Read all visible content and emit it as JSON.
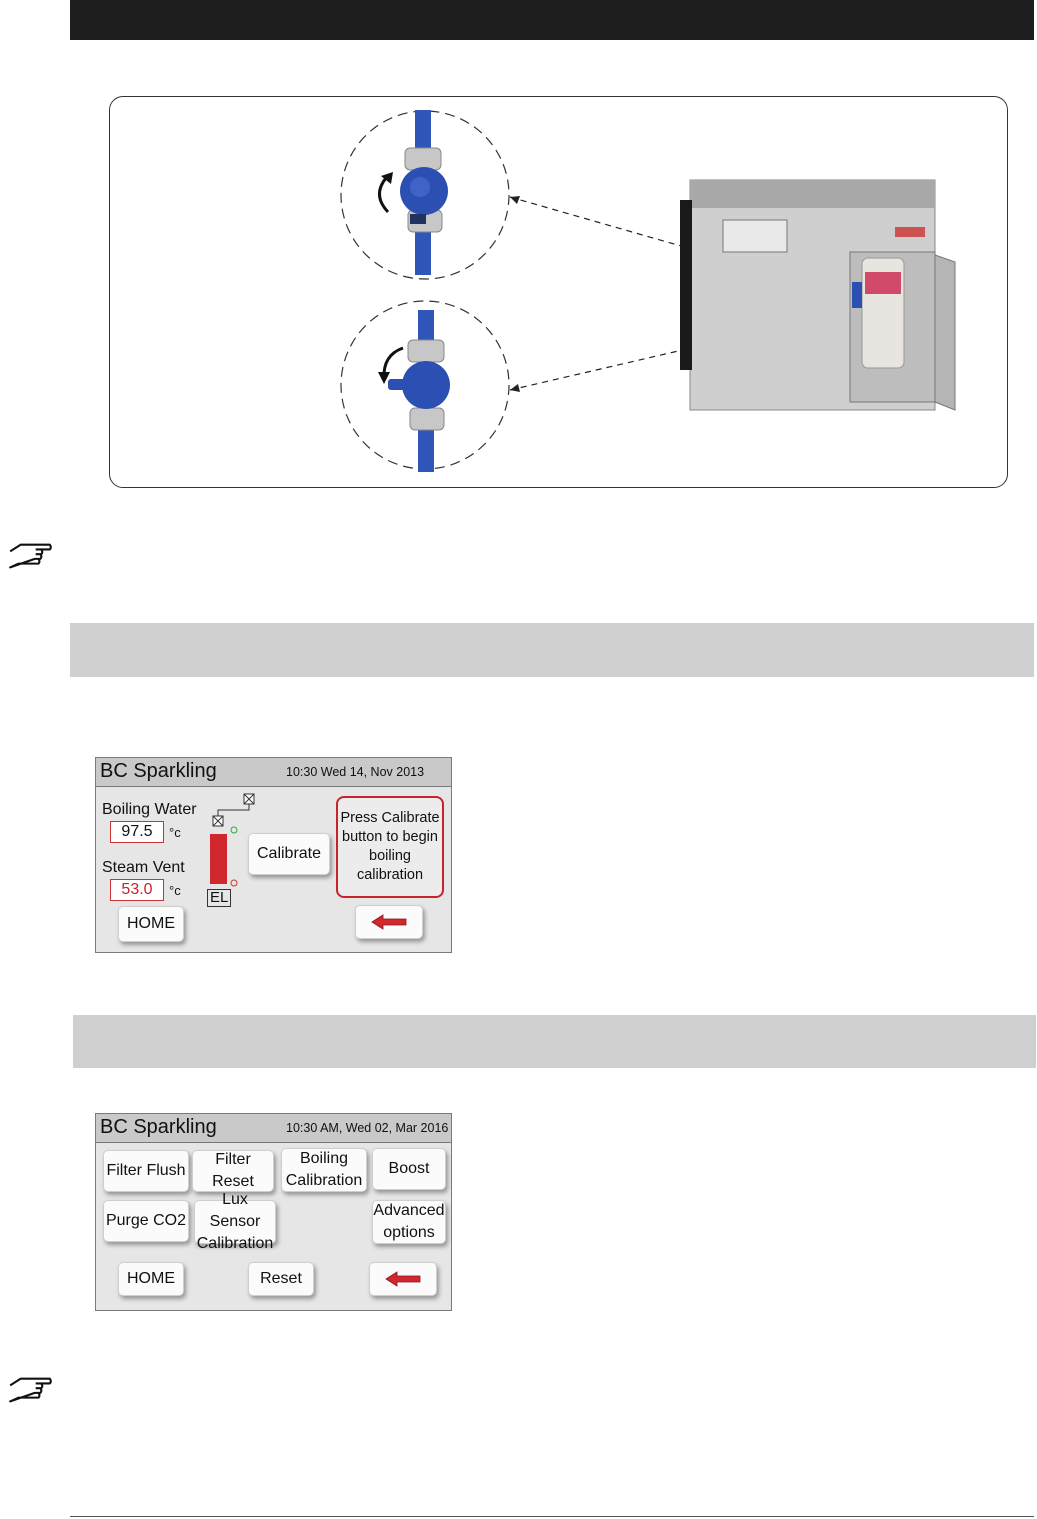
{
  "colors": {
    "header_bar": "#1e1e1e",
    "section_band": "#d0d0d0",
    "accent_red": "#c8232c",
    "valve_blue": "#2b4fb3"
  },
  "icons": {
    "note": "pointing-hand-icon",
    "back": "red-left-arrow-icon"
  },
  "screen1": {
    "title": "BC Sparkling",
    "datetime": "10:30 Wed 14, Nov 2013",
    "boiling_label": "Boiling Water",
    "boiling_value": "97.5",
    "unit1": "°c",
    "steam_label": "Steam Vent",
    "steam_value": "53.0",
    "unit2": "°c",
    "el_label": "EL",
    "calibrate_label": "Calibrate",
    "message": "Press Calibrate button to begin boiling calibration",
    "home_label": "HOME"
  },
  "screen2": {
    "title": "BC Sparkling",
    "datetime": "10:30 AM, Wed 02, Mar 2016",
    "filter_flush": "Filter Flush",
    "filter_reset": "Filter Reset",
    "boiling_cal_1": "Boiling",
    "boiling_cal_2": "Calibration",
    "boost": "Boost",
    "purge_co2": "Purge CO2",
    "lux_1": "Lux Sensor",
    "lux_2": "Calibration",
    "adv_1": "Advanced",
    "adv_2": "options",
    "home_label": "HOME",
    "reset_label": "Reset"
  }
}
